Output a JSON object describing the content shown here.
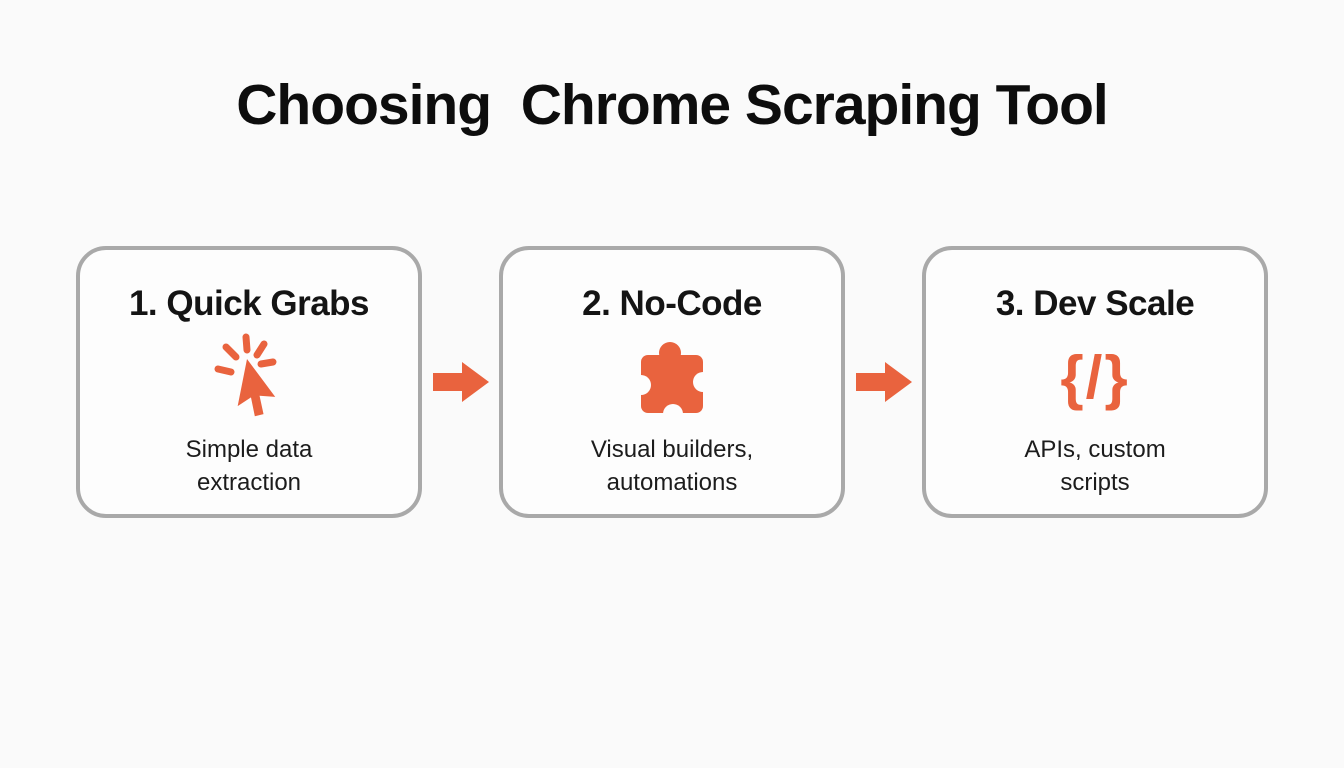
{
  "title": "Choosing  Chrome Scraping Tool",
  "colors": {
    "accent_orange": "#E9633E",
    "box_border_gray": "#A9A9A9",
    "title_black": "#0D0D0D"
  },
  "steps": [
    {
      "title": "1. Quick Grabs",
      "icon": "cursor-click-icon",
      "description": "Simple data\nextraction"
    },
    {
      "title": "2. No-Code",
      "icon": "puzzle-piece-icon",
      "description": "Visual builders,\nautomations"
    },
    {
      "title": "3. Dev Scale",
      "icon": "code-brackets-icon",
      "icon_text": "{/}",
      "description": "APIs, custom\nscripts"
    }
  ]
}
